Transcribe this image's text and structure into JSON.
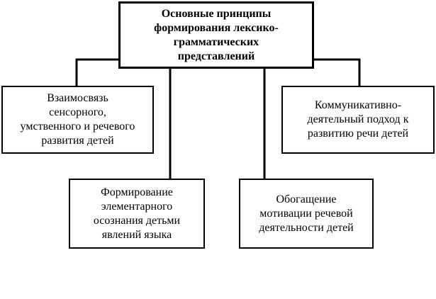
{
  "diagram": {
    "root": {
      "lines": [
        "Основные принципы",
        "формирования лексико-",
        "грамматических",
        "представлений"
      ]
    },
    "children": {
      "left": {
        "lines": [
          "Взаимосвязь",
          "сенсорного,",
          "умственного и речевого",
          "развития детей"
        ]
      },
      "right": {
        "lines": [
          "Коммуникативно-",
          "деятельный подход к",
          "развитию речи детей"
        ]
      },
      "center_left": {
        "lines": [
          "Формирование",
          "элементарного",
          "осознания детьми",
          "явлений языка"
        ]
      },
      "center_right": {
        "lines": [
          "Обогащение",
          "мотивации речевой",
          "деятельности детей"
        ]
      }
    },
    "colors": {
      "line": "#000000",
      "background": "#ffffff"
    }
  }
}
